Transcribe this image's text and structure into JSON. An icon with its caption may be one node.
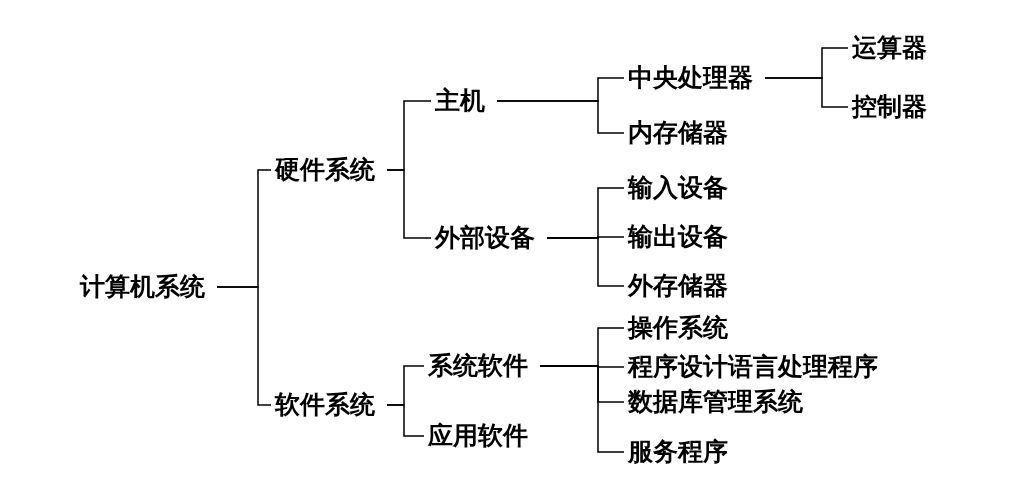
{
  "diagram": {
    "nodes": [
      {
        "text": [
          "计算机系统"
        ]
      },
      {
        "text": [
          "硬件系统"
        ]
      },
      {
        "text": [
          "软件系统"
        ]
      },
      {
        "text": [
          "主机"
        ]
      },
      {
        "text": [
          "外部设备"
        ]
      },
      {
        "text": [
          "中央处理器"
        ]
      },
      {
        "text": [
          "内存储器"
        ]
      },
      {
        "text": [
          "运算器"
        ]
      },
      {
        "text": [
          "控制器"
        ]
      },
      {
        "text": [
          "输入设备"
        ]
      },
      {
        "text": [
          "输出设备"
        ]
      },
      {
        "text": [
          "外存储器"
        ]
      },
      {
        "text": [
          "系统软件"
        ]
      },
      {
        "text": [
          "应用软件"
        ]
      },
      {
        "text": [
          "操作系统"
        ]
      },
      {
        "text": [
          "程序设计语言处理程序"
        ]
      },
      {
        "text": [
          "数据库管理系统"
        ]
      },
      {
        "text": [
          "服务程序"
        ]
      }
    ],
    "edges": [
      {
        "from": 0,
        "to": 1,
        "arrow": "none"
      },
      {
        "from": 0,
        "to": 2,
        "arrow": "none"
      },
      {
        "from": 1,
        "to": 3,
        "arrow": "none"
      },
      {
        "from": 1,
        "to": 4,
        "arrow": "none"
      },
      {
        "from": 3,
        "to": 5,
        "arrow": "none"
      },
      {
        "from": 3,
        "to": 6,
        "arrow": "none"
      },
      {
        "from": 5,
        "to": 7,
        "arrow": "none"
      },
      {
        "from": 5,
        "to": 8,
        "arrow": "none"
      },
      {
        "from": 4,
        "to": 9,
        "arrow": "none"
      },
      {
        "from": 4,
        "to": 10,
        "arrow": "none"
      },
      {
        "from": 4,
        "to": 11,
        "arrow": "none"
      },
      {
        "from": 2,
        "to": 12,
        "arrow": "none"
      },
      {
        "from": 2,
        "to": 13,
        "arrow": "none"
      },
      {
        "from": 12,
        "to": 14,
        "arrow": "none"
      },
      {
        "from": 12,
        "to": 15,
        "arrow": "none"
      },
      {
        "from": 12,
        "to": 16,
        "arrow": "none"
      },
      {
        "from": 12,
        "to": 17,
        "arrow": "none"
      }
    ]
  }
}
